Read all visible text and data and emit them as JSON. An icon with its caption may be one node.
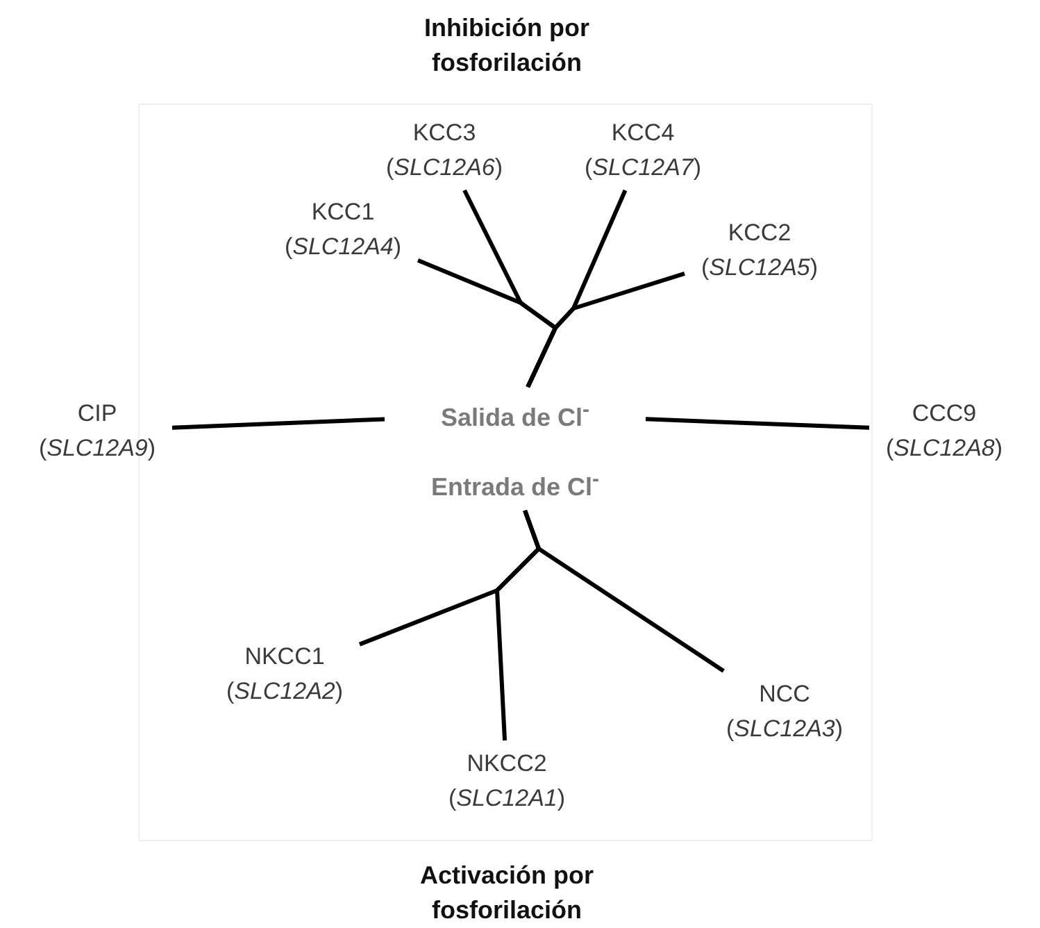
{
  "diagram": {
    "nodes": [
      {
        "text": [
          "KCC3 (*SLC12A6*)"
        ]
      },
      {
        "text": [
          "KCC4 (*SLC12A7*)"
        ]
      },
      {
        "text": [
          "KCC1 (*SLC12A4*)"
        ]
      },
      {
        "text": [
          "KCC2 (*SLC12A5*)"
        ]
      },
      {
        "text": [
          "CIP (*SLC12A9*)"
        ]
      },
      {
        "text": [
          "Salida de Cl$^{-}$"
        ]
      },
      {
        "text": [
          "CCC9 (*SLC12A8*)"
        ]
      },
      {
        "text": [
          "Entrada de Cl$^{-}$"
        ]
      },
      {
        "text": [
          "NKCC1 (*SLC12A2*)"
        ]
      },
      {
        "text": [
          "NKCC2 (*SLC12A1*)"
        ]
      },
      {
        "text": [
          "NCC (*SLC12A3*)"
        ]
      }
    ],
    "edges": [
      {
        "from": 0,
        "to": 5,
        "arrow": "none"
      },
      {
        "from": 1,
        "to": 5,
        "arrow": "none"
      },
      {
        "from": 2,
        "to": 5,
        "arrow": "none"
      },
      {
        "from": 3,
        "to": 5,
        "arrow": "none"
      },
      {
        "from": 4,
        "to": 5,
        "arrow": "none"
      },
      {
        "from": 6,
        "to": 5,
        "arrow": "none"
      },
      {
        "from": 7,
        "to": 8,
        "arrow": "none"
      },
      {
        "from": 7,
        "to": 9,
        "arrow": "none"
      },
      {
        "from": 7,
        "to": 10,
        "arrow": "none"
      }
    ],
    "labels": [
      "Inhibición por fosforilación",
      "Activación por fosforilación"
    ]
  }
}
